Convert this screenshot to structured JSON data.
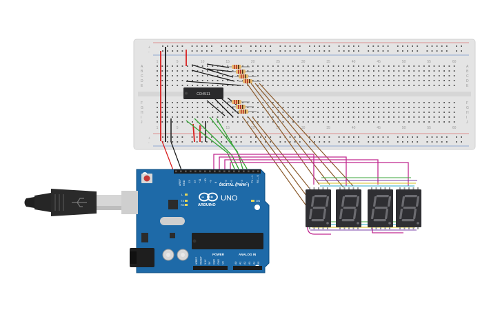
{
  "colors": {
    "background": "#ffffff",
    "breadboard": "#e4e4e4",
    "breadboard_hole": "#4a4a4a",
    "rail_red": "#d23b3b",
    "rail_blue": "#3a6fc0",
    "arduino_board": "#1e6aa8",
    "arduino_edge": "#0e4f82",
    "seg_display_body": "#2f2f33",
    "seg_off": "#6b6b70",
    "wire_magenta": "#c0288f",
    "wire_brown": "#8a5a2b",
    "wire_green": "#3aa63a",
    "wire_red": "#d81e1e",
    "wire_black": "#1a1a1a",
    "wire_yellow": "#d8c21c",
    "wire_cyan": "#29a8c8",
    "wire_purple": "#7a3fa8",
    "usb_body": "#2a2a2a",
    "usb_metal": "#cfcfcf"
  },
  "breadboard": {
    "column_numbers": [
      "1",
      "5",
      "10",
      "15",
      "20",
      "25",
      "30",
      "35",
      "40",
      "45",
      "50",
      "55",
      "60"
    ],
    "row_letters_top": [
      "A",
      "B",
      "C",
      "D",
      "E"
    ],
    "row_letters_bottom": [
      "F",
      "G",
      "H",
      "I",
      "J"
    ],
    "rail_plus": "+",
    "rail_minus": "-"
  },
  "ic_chip": {
    "label": "CD4511"
  },
  "arduino": {
    "brand": "ARDUINO",
    "model": "UNO",
    "digital_label": "DIGITAL (PWM~)",
    "analog_label": "ANALOG IN",
    "power_label": "POWER",
    "aref": "AREF",
    "gnd": "GND",
    "tx": "TX",
    "rx": "RX",
    "on": "ON",
    "l": "L",
    "digital_pins": [
      "13",
      "12",
      "~11",
      "~10",
      "~9",
      "8",
      "7",
      "~6",
      "~5",
      "4",
      "~3",
      "2",
      "TX→1",
      "RX←0"
    ],
    "power_pins": [
      "IOREF",
      "RESET",
      "3.3V",
      "5V",
      "GND",
      "GND",
      "Vin"
    ],
    "analog_pins": [
      "A0",
      "A1",
      "A2",
      "A3",
      "A4",
      "A5"
    ]
  },
  "displays": {
    "count": 4,
    "type": "7-segment"
  },
  "resistors": {
    "top_group": 4,
    "bottom_group": 3
  }
}
